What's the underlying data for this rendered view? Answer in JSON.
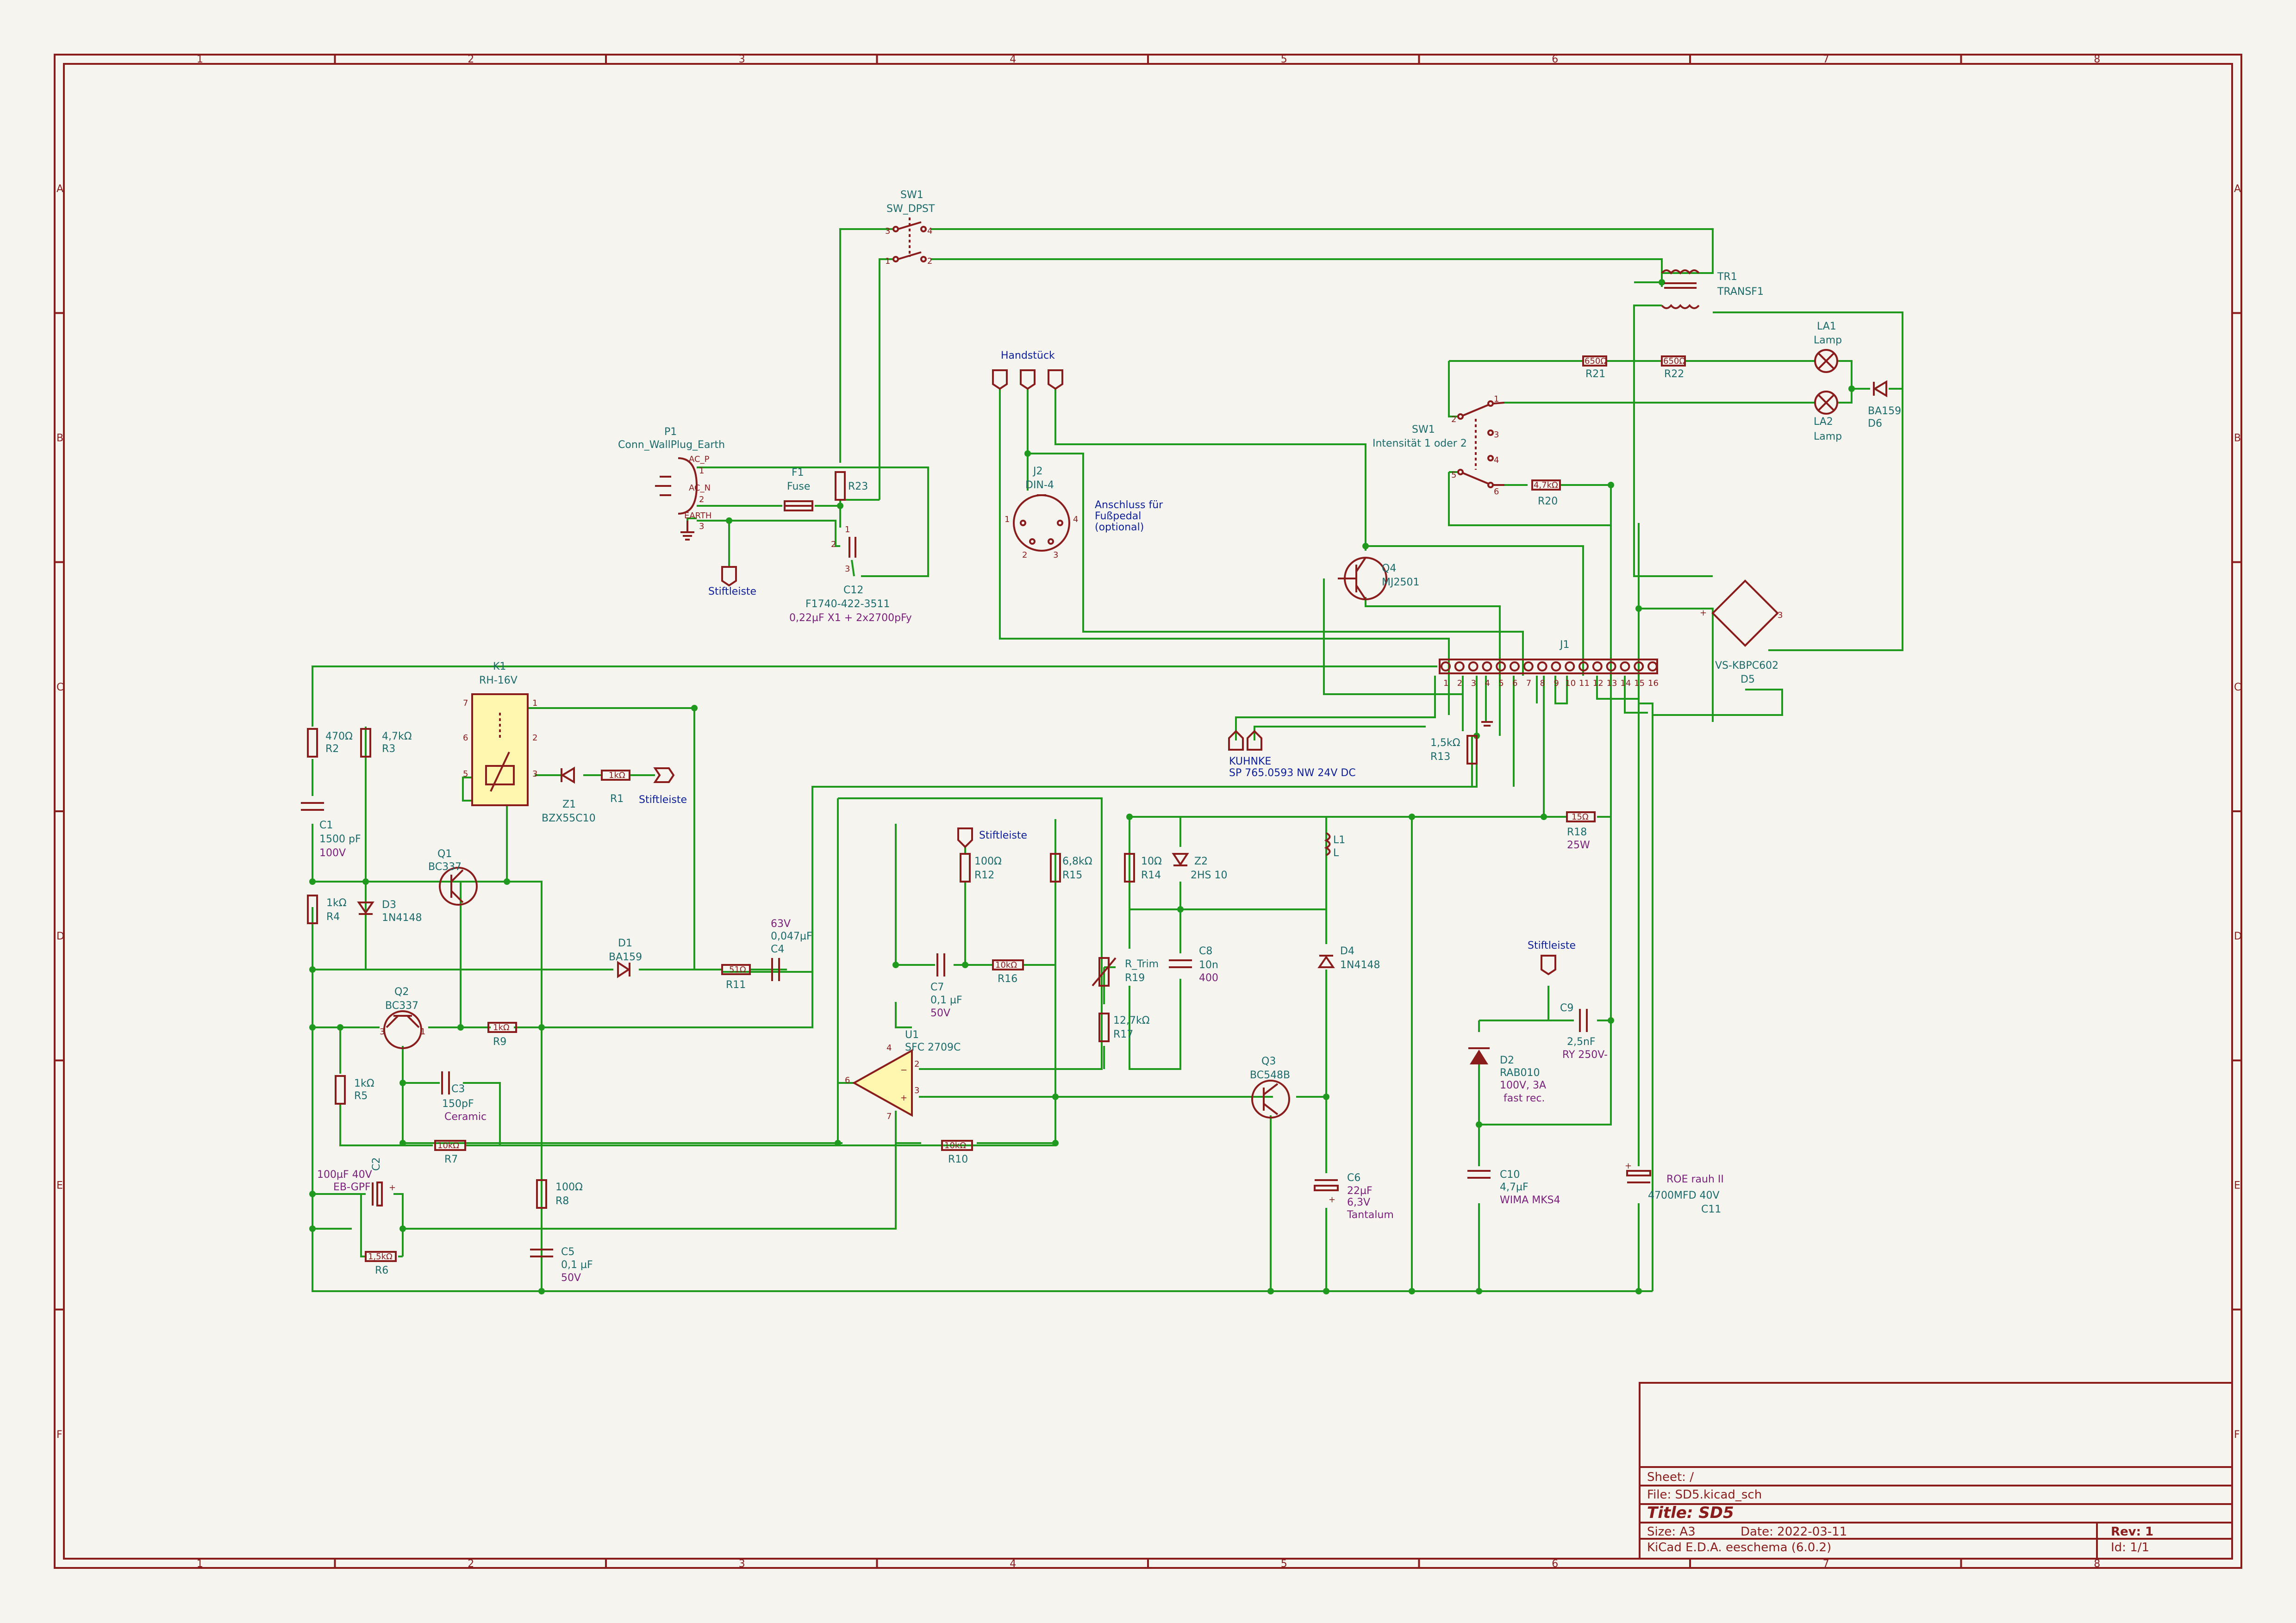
{
  "sheet": {
    "columns": [
      "1",
      "2",
      "3",
      "4",
      "5",
      "6",
      "7",
      "8"
    ],
    "rows": [
      "A",
      "B",
      "C",
      "D",
      "E",
      "F"
    ]
  },
  "title_block": {
    "sheet": "Sheet: /",
    "file": "File: SD5.kicad_sch",
    "title": "Title: SD5",
    "size": "Size: A3",
    "date": "Date: 2022-03-11",
    "rev": "Rev: 1",
    "tool": "KiCad E.D.A.  eeschema (6.0.2)",
    "id": "Id: 1/1"
  },
  "colors": {
    "frame": "#8a1c1c",
    "wire": "#1f9a1f",
    "text": "#1b6b6b",
    "note": "#0d1f9a",
    "value_alt": "#7a1f7a",
    "body_fill": "#fff7b0"
  },
  "components": {
    "sw1a": {
      "ref": "SW1",
      "value": "SW_DPST",
      "pins": [
        "3",
        "4",
        "1",
        "2"
      ]
    },
    "tr1": {
      "ref": "TR1",
      "value": "TRANSF1"
    },
    "la1": {
      "ref": "LA1",
      "value": "Lamp"
    },
    "la2": {
      "ref": "LA2",
      "value": "Lamp"
    },
    "r21": {
      "ref": "R21",
      "value": "650Ω"
    },
    "r22": {
      "ref": "R22",
      "value": "650Ω"
    },
    "d6": {
      "ref": "D6",
      "value": "BA159"
    },
    "sw1b": {
      "ref": "SW1",
      "value": "Intensität 1 oder 2",
      "pins": [
        "1",
        "2",
        "3",
        "4",
        "5",
        "6"
      ]
    },
    "r20": {
      "ref": "R20",
      "value": "4,7kΩ"
    },
    "p1": {
      "ref": "P1",
      "value": "Conn_WallPlug_Earth",
      "pins": [
        "AC_P",
        "1",
        "AC_N",
        "2",
        "EARTH",
        "3"
      ]
    },
    "f1": {
      "ref": "F1",
      "value": "Fuse"
    },
    "r23": {
      "ref": "R23"
    },
    "c12": {
      "ref": "C12",
      "value": "F1740-422-3511",
      "note": "0,22µF X1 + 2x2700pFy",
      "pins": [
        "1",
        "2",
        "3"
      ]
    },
    "stift_p1": {
      "label": "Stiftleiste"
    },
    "handstueck": {
      "label": "Handstück"
    },
    "j2": {
      "ref": "J2",
      "value": "DIN-4",
      "note": "Anschluss für Fußpedal (optional)",
      "pins": [
        "1",
        "2",
        "3",
        "4"
      ]
    },
    "q4": {
      "ref": "Q4",
      "value": "MJ2501"
    },
    "d5": {
      "ref": "D5",
      "value": "VS-KBPC602"
    },
    "j1": {
      "ref": "J1",
      "pins": [
        "1",
        "2",
        "3",
        "4",
        "5",
        "6",
        "7",
        "8",
        "9",
        "10",
        "11",
        "12",
        "13",
        "14",
        "15",
        "16"
      ]
    },
    "kuhnke": {
      "label": "KUHNKE",
      "value": "SP 765.0593 NW 24V DC"
    },
    "k1": {
      "ref": "K1",
      "value": "RH-16V",
      "pins": [
        "7",
        "1",
        "6",
        "2",
        "5",
        "3"
      ]
    },
    "r2": {
      "ref": "R2",
      "value": "470Ω"
    },
    "r3": {
      "ref": "R3",
      "value": "4,7kΩ"
    },
    "c1": {
      "ref": "C1",
      "value": "1500 pF",
      "note": "100V"
    },
    "z1": {
      "ref": "Z1",
      "value": "BZX55C10"
    },
    "r1": {
      "ref": "R1",
      "value": "1kΩ"
    },
    "stift_r1": {
      "label": "Stiftleiste"
    },
    "r13": {
      "ref": "R13",
      "value": "1,5kΩ"
    },
    "q1": {
      "ref": "Q1",
      "value": "BC337"
    },
    "r4": {
      "ref": "R4",
      "value": "1kΩ"
    },
    "d3": {
      "ref": "D3",
      "value": "1N4148"
    },
    "d1": {
      "ref": "D1",
      "value": "BA159"
    },
    "r11": {
      "ref": "R11",
      "value": "51Ω"
    },
    "c4": {
      "ref": "C4",
      "value": "0,047µF",
      "note": "63V"
    },
    "stift_r12": {
      "label": "Stiftleiste"
    },
    "r12": {
      "ref": "R12",
      "value": "100Ω"
    },
    "r15": {
      "ref": "R15",
      "value": "6,8kΩ"
    },
    "r14": {
      "ref": "R14",
      "value": "10Ω"
    },
    "z2": {
      "ref": "Z2",
      "value": "2HS 10"
    },
    "l1": {
      "ref": "L1",
      "value": "L"
    },
    "r18": {
      "ref": "R18",
      "value": "15Ω",
      "note": "25W"
    },
    "c7": {
      "ref": "C7",
      "value": "0,1 µF",
      "note": "50V"
    },
    "r16": {
      "ref": "R16",
      "value": "10kΩ"
    },
    "r19": {
      "ref": "R19",
      "value": "R_Trim"
    },
    "c8": {
      "ref": "C8",
      "value": "10n",
      "note": "400"
    },
    "d4": {
      "ref": "D4",
      "value": "1N4148"
    },
    "stift_c9": {
      "label": "Stiftleiste"
    },
    "c9": {
      "ref": "C9",
      "value": "2,5nF",
      "note": "RY 250V-"
    },
    "q2": {
      "ref": "Q2",
      "value": "BC337"
    },
    "r9": {
      "ref": "R9",
      "value": "1kΩ"
    },
    "u1": {
      "ref": "U1",
      "value": "SFC 2709C",
      "pins": [
        "6",
        "2",
        "3",
        "4",
        "7"
      ]
    },
    "r17": {
      "ref": "R17",
      "value": "12,7kΩ"
    },
    "d2": {
      "ref": "D2",
      "value": "RAB010",
      "note1": "100V, 3A",
      "note2": "fast rec."
    },
    "r5": {
      "ref": "R5",
      "value": "1kΩ"
    },
    "c3": {
      "ref": "C3",
      "value": "150pF",
      "note": "Ceramic"
    },
    "q3": {
      "ref": "Q3",
      "value": "BC548B"
    },
    "r7": {
      "ref": "R7",
      "value": "10kΩ"
    },
    "r10": {
      "ref": "R10",
      "value": "10kΩ"
    },
    "c2": {
      "ref": "C2",
      "value": "100µF 40V",
      "note": "EB-GPF"
    },
    "r8": {
      "ref": "R8",
      "value": "100Ω"
    },
    "c6": {
      "ref": "C6",
      "value": "22µF",
      "note1": "6,3V",
      "note2": "Tantalum"
    },
    "c10": {
      "ref": "C10",
      "value": "4,7µF",
      "note": "WIMA MKS4"
    },
    "c11": {
      "ref": "C11",
      "value": "4700MFD 40V",
      "note": "ROE rauh II"
    },
    "r6": {
      "ref": "R6",
      "value": "1,5kΩ"
    },
    "c5": {
      "ref": "C5",
      "value": "0,1 µF",
      "note": "50V"
    }
  }
}
